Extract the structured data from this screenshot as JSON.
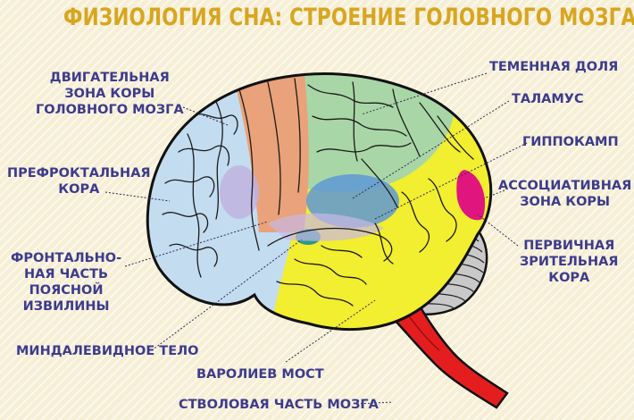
{
  "title": "ФИЗИОЛОГИЯ СНА: СТРОЕНИЕ ГОЛОВНОГО МОЗГА",
  "labels": {
    "motor_cortex": [
      "ДВИГАТЕЛЬНАЯ",
      "ЗОНА КОРЫ",
      "ГОЛОВНОГО МОЗГА"
    ],
    "prefrontal": [
      "ПРЕФРОКТАЛЬНАЯ",
      "КОРА"
    ],
    "cingulate": [
      "ФРОНТАЛЬНО-",
      "НАЯ ЧАСТЬ",
      "ПОЯСНОЙ",
      "ИЗВИЛИНЫ"
    ],
    "amygdala": "МИНДАЛЕВИДНОЕ ТЕЛО",
    "pons": "ВАРОЛИЕВ МОСТ",
    "brainstem": "СТВОЛОВАЯ ЧАСТЬ МОЗГА",
    "parietal": "ТЕМЕННАЯ ДОЛЯ",
    "thalamus": "ТАЛАМУС",
    "hippocampus": "ГИППОКАМП",
    "association": [
      "АССОЦИАТИВНАЯ",
      "ЗОНА КОРЫ"
    ],
    "visual": [
      "ПЕРВИЧНАЯ",
      "ЗРИТЕЛЬНАЯ",
      "КОРА"
    ]
  },
  "colors": {
    "title": "#d9a520",
    "label_text": "#3d3b8c",
    "frontal_lobe": "#c3dcf0",
    "motor_zone": "#e9a27a",
    "parietal_lobe": "#a9d6a6",
    "temporal_occipital": "#f2ee30",
    "cerebellum": "#c9c9c9",
    "brainstem": "#e41e1e",
    "visual_cortex": "#e0157e"
  }
}
